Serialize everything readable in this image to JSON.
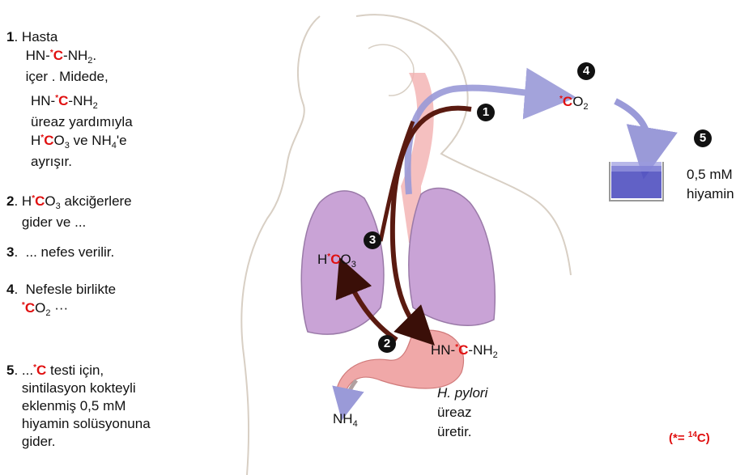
{
  "steps": [
    {
      "num": "1",
      "lines": [
        "Hasta",
        "HN-",
        "C",
        "-NH",
        "2",
        ".",
        "içer . Midede,",
        "HN-",
        "C",
        "-NH",
        "2",
        "üreaz yardımıyla",
        "H",
        "C",
        "O",
        "3",
        "ve NH",
        "4",
        "'e",
        "ayrışır."
      ]
    },
    {
      "num": "2",
      "lines": [
        "H",
        "C",
        "O",
        "3",
        "akciğerlere",
        "gider ve ..."
      ]
    },
    {
      "num": "3",
      "lines": [
        "... nefes verilir."
      ]
    },
    {
      "num": "4",
      "lines": [
        "Nefesle birlikte",
        "C",
        "O",
        "2",
        "···"
      ]
    },
    {
      "num": "5",
      "lines": [
        "...",
        "C",
        "testi için,",
        "sintilasyon kokteyli",
        "eklenmiş 0,5 mM",
        "hiyamin solüsyonuna",
        "gider."
      ]
    }
  ],
  "star": "*",
  "diagram": {
    "badges": [
      "1",
      "2",
      "3",
      "4",
      "5"
    ],
    "co2": {
      "c": "C",
      "o": "O",
      "sub": "2"
    },
    "beaker_label": [
      "0,5 mM",
      "hiyamin"
    ],
    "hco3": {
      "h": "H",
      "c": "C",
      "o": "O",
      "sub": "3"
    },
    "urea": {
      "pre": "HN-",
      "c": "C",
      "post": "-NH",
      "sub": "2"
    },
    "nh4": {
      "nh": "NH",
      "sub": "4"
    },
    "hpylori": "H. pylori",
    "ureaz": "üreaz",
    "uretir": "üretir.",
    "legend": {
      "open": "(",
      "star": "*",
      "eq": "= ",
      "mass": "14",
      "c": "C",
      "close": ")"
    }
  },
  "colors": {
    "accent_red": "#e01010",
    "lung": "#c9a3d6",
    "stomach": "#f0a8a8",
    "arrow_dark": "#5a1a10",
    "arrow_blue": "#9a9ad8"
  }
}
